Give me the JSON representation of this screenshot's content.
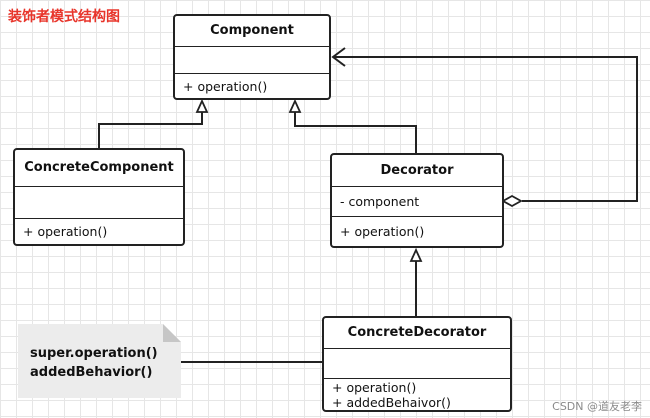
{
  "title": "装饰者模式结构图",
  "classes": {
    "component": {
      "name": "Component",
      "methods": "+ operation()"
    },
    "concrete_component": {
      "name": "ConcreteComponent",
      "methods": "+ operation()"
    },
    "decorator": {
      "name": "Decorator",
      "fields": "- component",
      "methods": "+ operation()"
    },
    "concrete_decorator": {
      "name": "ConcreteDecorator",
      "method1": "+ operation()",
      "method2": "+ addedBehaivor()"
    }
  },
  "note": {
    "line1": "super.operation()",
    "line2": "addedBehavior()"
  },
  "watermark": "CSDN @道友老李"
}
